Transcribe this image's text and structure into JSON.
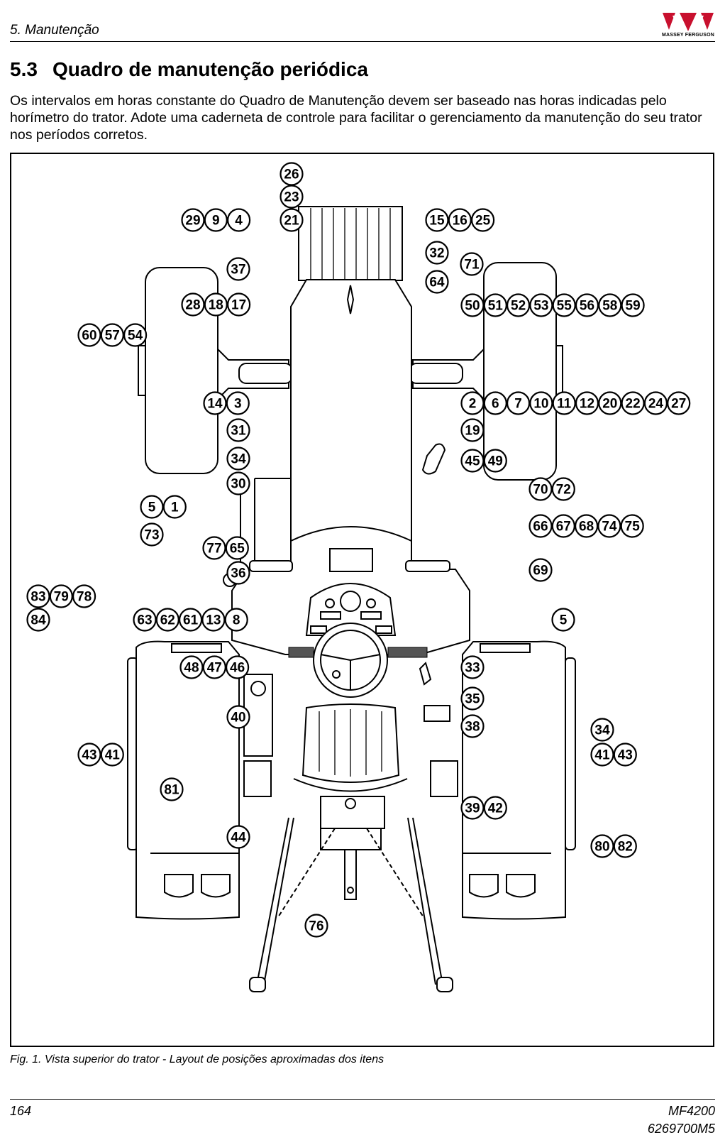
{
  "header": {
    "chapter": "5. Manutenção",
    "brand": "MASSEY FERGUSON"
  },
  "section": {
    "number": "5.3",
    "title": "Quadro de manutenção periódica",
    "intro": "Os intervalos em horas constante do Quadro de Manutenção devem ser baseado nas horas indicadas pelo horímetro do trator. Adote uma caderneta de controle para facilitar o gerenciamento da manutenção do seu trator nos períodos corretos."
  },
  "figure": {
    "caption": "Fig. 1.  Vista superior do trator - Layout de posições aproximadas dos itens",
    "callouts": [
      {
        "group": "g26",
        "labels": [
          "26"
        ]
      },
      {
        "group": "g23",
        "labels": [
          "23"
        ]
      },
      {
        "group": "g21",
        "labels": [
          "21"
        ]
      },
      {
        "group": "g29",
        "labels": [
          "29",
          "9",
          "4"
        ]
      },
      {
        "group": "g15",
        "labels": [
          "15",
          "16",
          "25"
        ]
      },
      {
        "group": "g32",
        "labels": [
          "32"
        ]
      },
      {
        "group": "g64",
        "labels": [
          "64"
        ]
      },
      {
        "group": "g71",
        "labels": [
          "71"
        ]
      },
      {
        "group": "g37",
        "labels": [
          "37"
        ]
      },
      {
        "group": "g28",
        "labels": [
          "28",
          "18",
          "17"
        ]
      },
      {
        "group": "g50",
        "labels": [
          "50",
          "51",
          "52",
          "53",
          "55",
          "56",
          "58",
          "59"
        ]
      },
      {
        "group": "g60",
        "labels": [
          "60",
          "57",
          "54"
        ]
      },
      {
        "group": "g14",
        "labels": [
          "14",
          "3"
        ]
      },
      {
        "group": "g2",
        "labels": [
          "2",
          "6",
          "7",
          "10",
          "11",
          "12",
          "20",
          "22",
          "24",
          "27"
        ]
      },
      {
        "group": "g31",
        "labels": [
          "31"
        ]
      },
      {
        "group": "g19",
        "labels": [
          "19"
        ]
      },
      {
        "group": "g34a",
        "labels": [
          "34"
        ]
      },
      {
        "group": "g45",
        "labels": [
          "45",
          "49"
        ]
      },
      {
        "group": "g30",
        "labels": [
          "30"
        ]
      },
      {
        "group": "g70",
        "labels": [
          "70",
          "72"
        ]
      },
      {
        "group": "g5a",
        "labels": [
          "5",
          "1"
        ]
      },
      {
        "group": "g73",
        "labels": [
          "73"
        ]
      },
      {
        "group": "g66",
        "labels": [
          "66",
          "67",
          "68",
          "74",
          "75"
        ]
      },
      {
        "group": "g77",
        "labels": [
          "77",
          "65"
        ]
      },
      {
        "group": "g36",
        "labels": [
          "36"
        ]
      },
      {
        "group": "g69",
        "labels": [
          "69"
        ]
      },
      {
        "group": "g83",
        "labels": [
          "83",
          "79",
          "78"
        ]
      },
      {
        "group": "g84",
        "labels": [
          "84"
        ]
      },
      {
        "group": "g63",
        "labels": [
          "63",
          "62",
          "61",
          "13",
          "8"
        ]
      },
      {
        "group": "g5b",
        "labels": [
          "5"
        ]
      },
      {
        "group": "g48",
        "labels": [
          "48",
          "47",
          "46"
        ]
      },
      {
        "group": "g33",
        "labels": [
          "33"
        ]
      },
      {
        "group": "g35",
        "labels": [
          "35"
        ]
      },
      {
        "group": "g40",
        "labels": [
          "40"
        ]
      },
      {
        "group": "g38",
        "labels": [
          "38"
        ]
      },
      {
        "group": "g34b",
        "labels": [
          "34"
        ]
      },
      {
        "group": "g43a",
        "labels": [
          "43",
          "41"
        ]
      },
      {
        "group": "g41b",
        "labels": [
          "41",
          "43"
        ]
      },
      {
        "group": "g81",
        "labels": [
          "81"
        ]
      },
      {
        "group": "g39",
        "labels": [
          "39",
          "42"
        ]
      },
      {
        "group": "g44",
        "labels": [
          "44"
        ]
      },
      {
        "group": "g80",
        "labels": [
          "80",
          "82"
        ]
      },
      {
        "group": "g76",
        "labels": [
          "76"
        ]
      }
    ]
  },
  "footer": {
    "page": "164",
    "model": "MF4200",
    "doc_code": "6269700M5"
  }
}
